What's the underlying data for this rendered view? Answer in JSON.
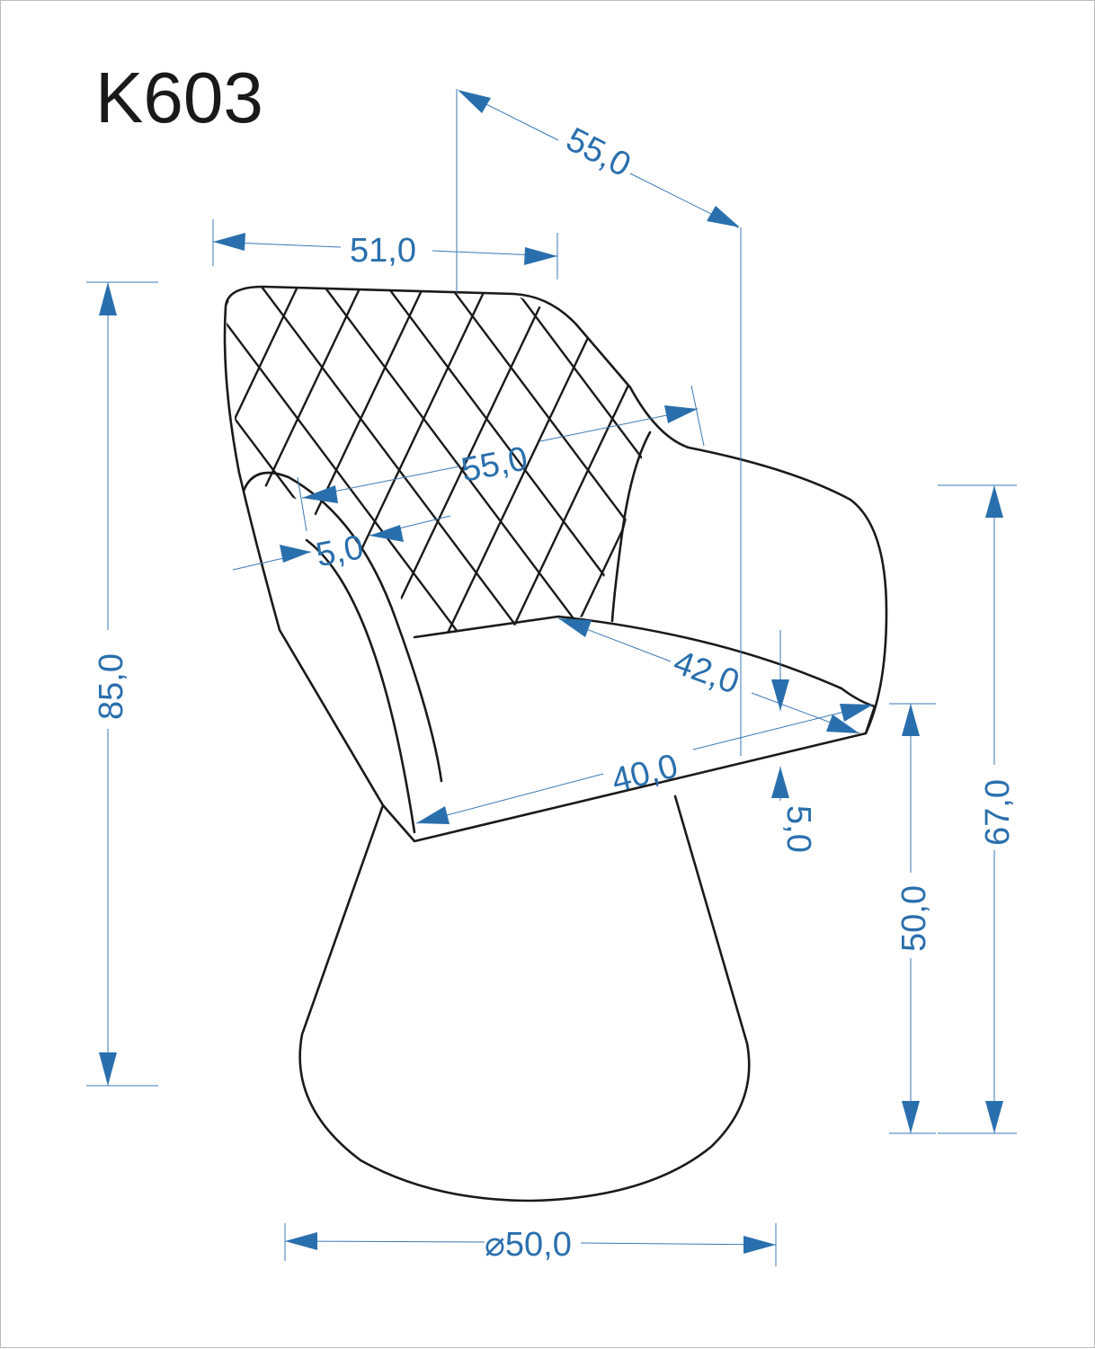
{
  "title": "K603",
  "dimensions": {
    "depth_total": "55,0",
    "width_total": "51,0",
    "height_total": "85,0",
    "seat_width": "55,0",
    "armrest_width": "5,0",
    "seat_depth": "42,0",
    "seat_front_width": "40,0",
    "seat_thickness": "5,0",
    "seat_height": "50,0",
    "armrest_height": "67,0",
    "base_diameter": "⌀50,0"
  },
  "colors": {
    "dimension": "#2a6fad",
    "outline": "#1a1a1a"
  }
}
